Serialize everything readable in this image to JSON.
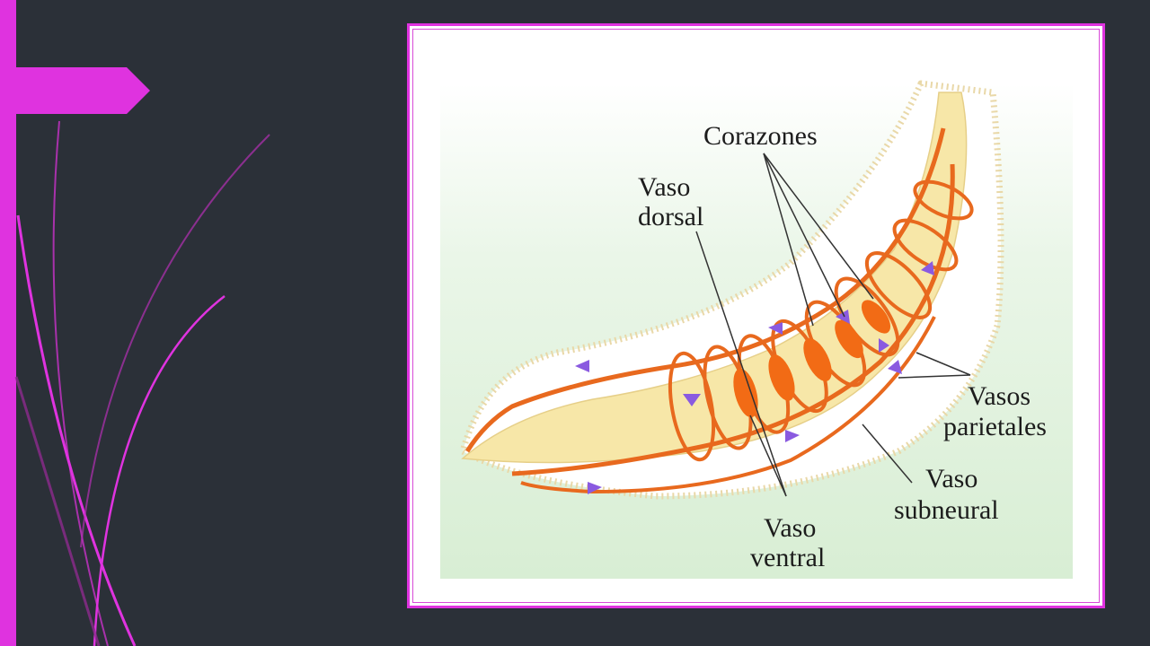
{
  "slide": {
    "colors": {
      "background": "#2b3038",
      "accent": "#df33df",
      "frame": "#df33df",
      "vessel": "#e8691e",
      "heart": "#f26b15",
      "body": "#f7e7a8",
      "arrow": "#8a5ae0"
    },
    "figure": {
      "labels": {
        "corazones": "Corazones",
        "vaso_dorsal_1": "Vaso",
        "vaso_dorsal_2": "dorsal",
        "vasos_parietales_1": "Vasos",
        "vasos_parietales_2": "parietales",
        "vaso_subneural_1": "Vaso",
        "vaso_subneural_2": "subneural",
        "vaso_ventral_1": "Vaso",
        "vaso_ventral_2": "ventral"
      }
    }
  }
}
